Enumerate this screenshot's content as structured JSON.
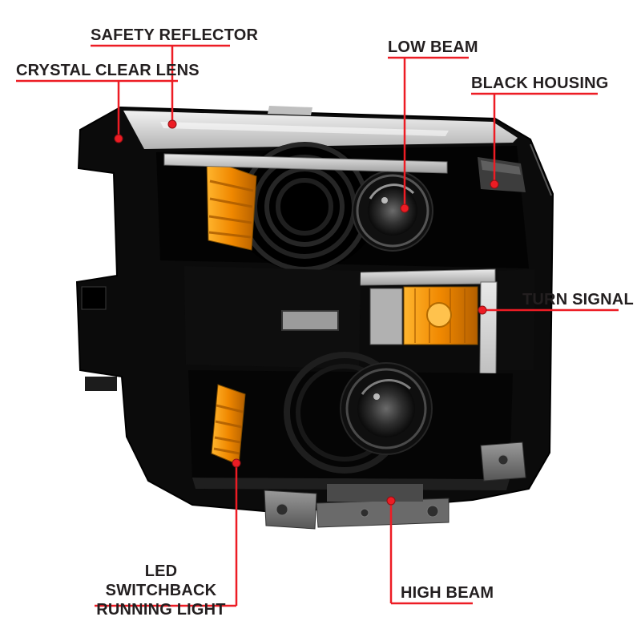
{
  "callouts": {
    "safety_reflector": {
      "label": "SAFETY REFLECTOR"
    },
    "crystal_clear_lens": {
      "label": "CRYSTAL CLEAR LENS"
    },
    "low_beam": {
      "label": "LOW BEAM"
    },
    "black_housing": {
      "label": "BLACK HOUSING"
    },
    "turn_signal": {
      "label": "TURN SIGNAL"
    },
    "led_switchback_running_light": {
      "label": "LED SWITCHBACK\nRUNNING LIGHT"
    },
    "high_beam": {
      "label": "HIGH BEAM"
    }
  },
  "colors": {
    "accent_red": "#ed1c24",
    "label_text": "#231f20",
    "amber": "#f08800",
    "housing_black": "#0b0b0b",
    "background": "#ffffff"
  }
}
